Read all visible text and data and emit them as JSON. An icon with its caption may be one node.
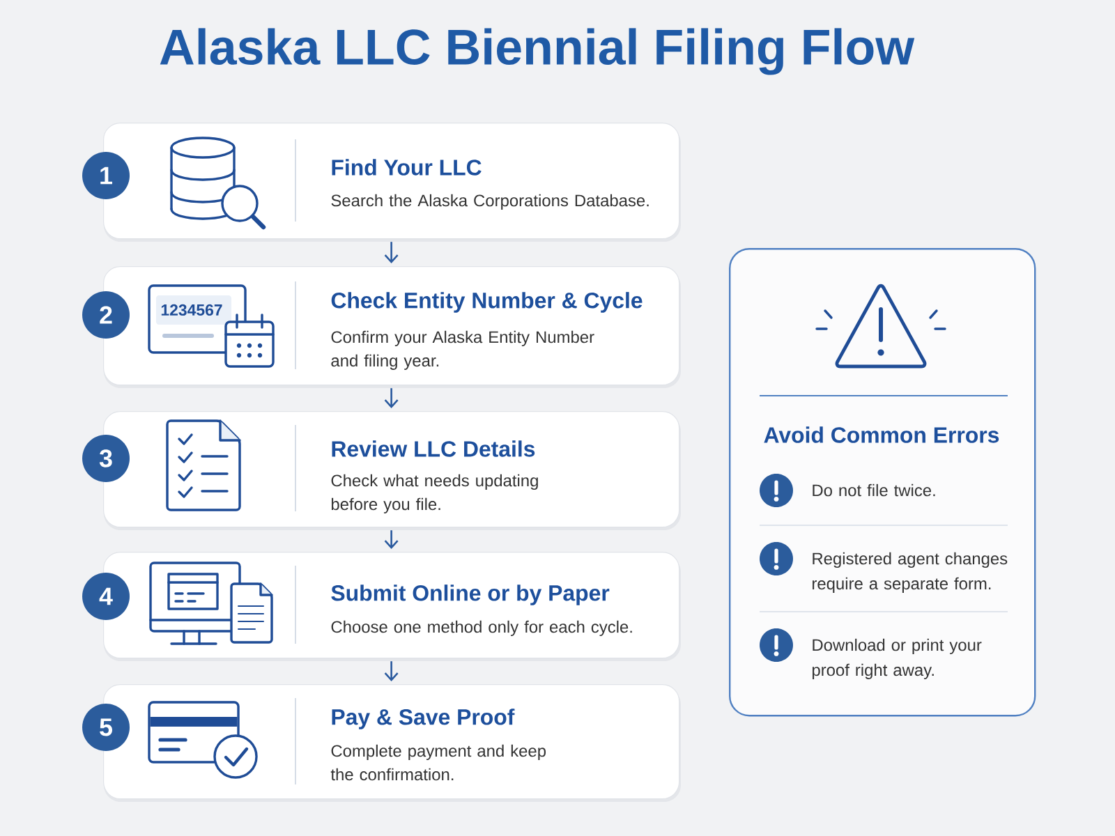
{
  "diagram": {
    "title": "Alaska LLC Biennial Filing Flow",
    "nodes": [
      {
        "text": [
          "1"
        ]
      },
      {
        "text": [
          "Find Your LLC",
          "Search the Alaska Corporations Database."
        ]
      },
      {
        "text": [
          "2"
        ]
      },
      {
        "text": [
          "Check Entity Number & Cycle",
          "Confirm your Alaska Entity Number and filing year."
        ]
      },
      {
        "text": [
          "3"
        ]
      },
      {
        "text": [
          "Review LLC Details",
          "Check what needs updating before you file."
        ]
      },
      {
        "text": [
          "4"
        ]
      },
      {
        "text": [
          "Submit Online or by Paper",
          "Choose one method only for each cycle."
        ]
      },
      {
        "text": [
          "5"
        ]
      },
      {
        "text": [
          "Pay & Save Proof",
          "Complete payment and keep the confirmation."
        ]
      },
      {
        "text": [
          "Avoid Common Errors",
          "Do not file twice.",
          "Registered agent changes require a separate form.",
          "Download or print your proof right away."
        ]
      }
    ],
    "edges": [
      {
        "from": 1,
        "to": 3,
        "arrow": "to"
      },
      {
        "from": 3,
        "to": 5,
        "arrow": "to"
      },
      {
        "from": 5,
        "to": 7,
        "arrow": "to"
      },
      {
        "from": 7,
        "to": 9,
        "arrow": "to"
      }
    ],
    "labels": [
      "1234567"
    ]
  }
}
